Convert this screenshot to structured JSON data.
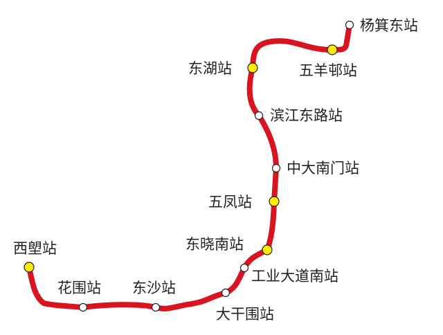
{
  "line": {
    "color": "#d7141f"
  },
  "colors": {
    "interchange": "#ffec00",
    "regular": "#ffffff"
  },
  "stations": [
    {
      "name": "杨箕东站",
      "type": "regular"
    },
    {
      "name": "五羊邨站",
      "type": "interchange"
    },
    {
      "name": "东湖站",
      "type": "interchange"
    },
    {
      "name": "滨江东路站",
      "type": "regular"
    },
    {
      "name": "中大南门站",
      "type": "regular"
    },
    {
      "name": "五凤站",
      "type": "interchange"
    },
    {
      "name": "东晓南站",
      "type": "interchange"
    },
    {
      "name": "工业大道南站",
      "type": "regular"
    },
    {
      "name": "大干围站",
      "type": "regular"
    },
    {
      "name": "东沙站",
      "type": "regular"
    },
    {
      "name": "花围站",
      "type": "regular"
    },
    {
      "name": "西塱站",
      "type": "interchange"
    }
  ]
}
